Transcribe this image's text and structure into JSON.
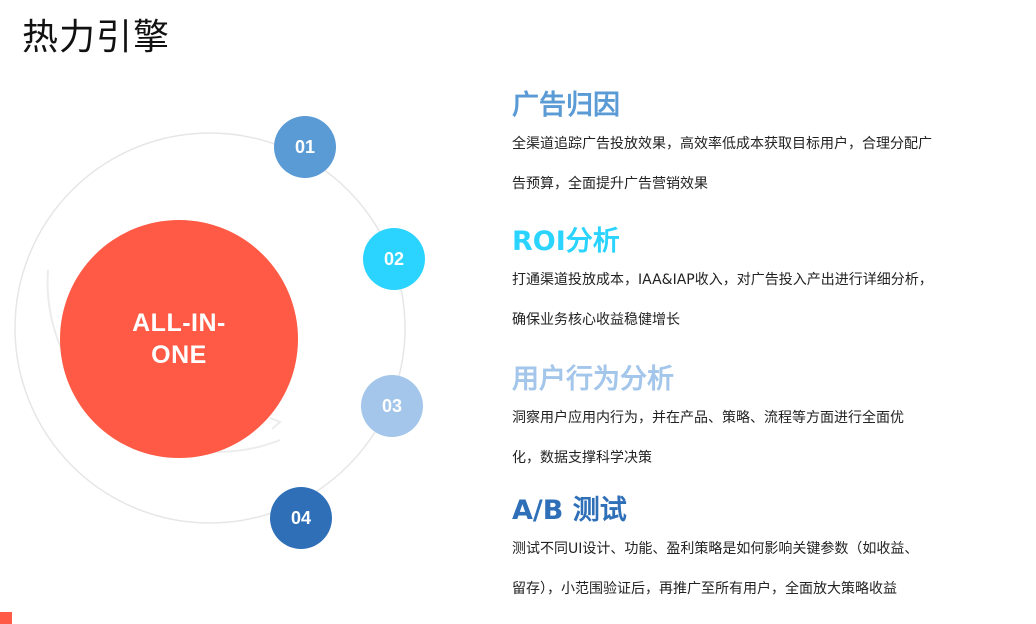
{
  "page": {
    "title": "热力引擎"
  },
  "center": {
    "label": "ALL-IN-ONE"
  },
  "nodes": [
    {
      "number": "01",
      "color": "#5b9bd5"
    },
    {
      "number": "02",
      "color": "#2bd3ff"
    },
    {
      "number": "03",
      "color": "#a3c6ea"
    },
    {
      "number": "04",
      "color": "#2e6fb8"
    }
  ],
  "sections": [
    {
      "title": "广告归因",
      "line1": "全渠道追踪广告投放效果，高效率低成本获取目标用户，合理分配广",
      "line2": "告预算，全面提升广告营销效果"
    },
    {
      "title": "ROI分析",
      "line1": "打通渠道投放成本，IAA&IAP收入，对广告投入产出进行详细分析，",
      "line2": "确保业务核心收益稳健增长"
    },
    {
      "title": "用户行为分析",
      "line1": "洞察用户应用内行为，并在产品、策略、流程等方面进行全面优",
      "line2": "化，数据支撑科学决策"
    },
    {
      "title": "A/B 测试",
      "line1": "测试不同UI设计、功能、盈利策略是如何影响关键参数（如收益、",
      "line2": "留存），小范围验证后，再推广至所有用户，全面放大策略收益"
    }
  ],
  "colors": {
    "accent": "#ff5a45"
  }
}
